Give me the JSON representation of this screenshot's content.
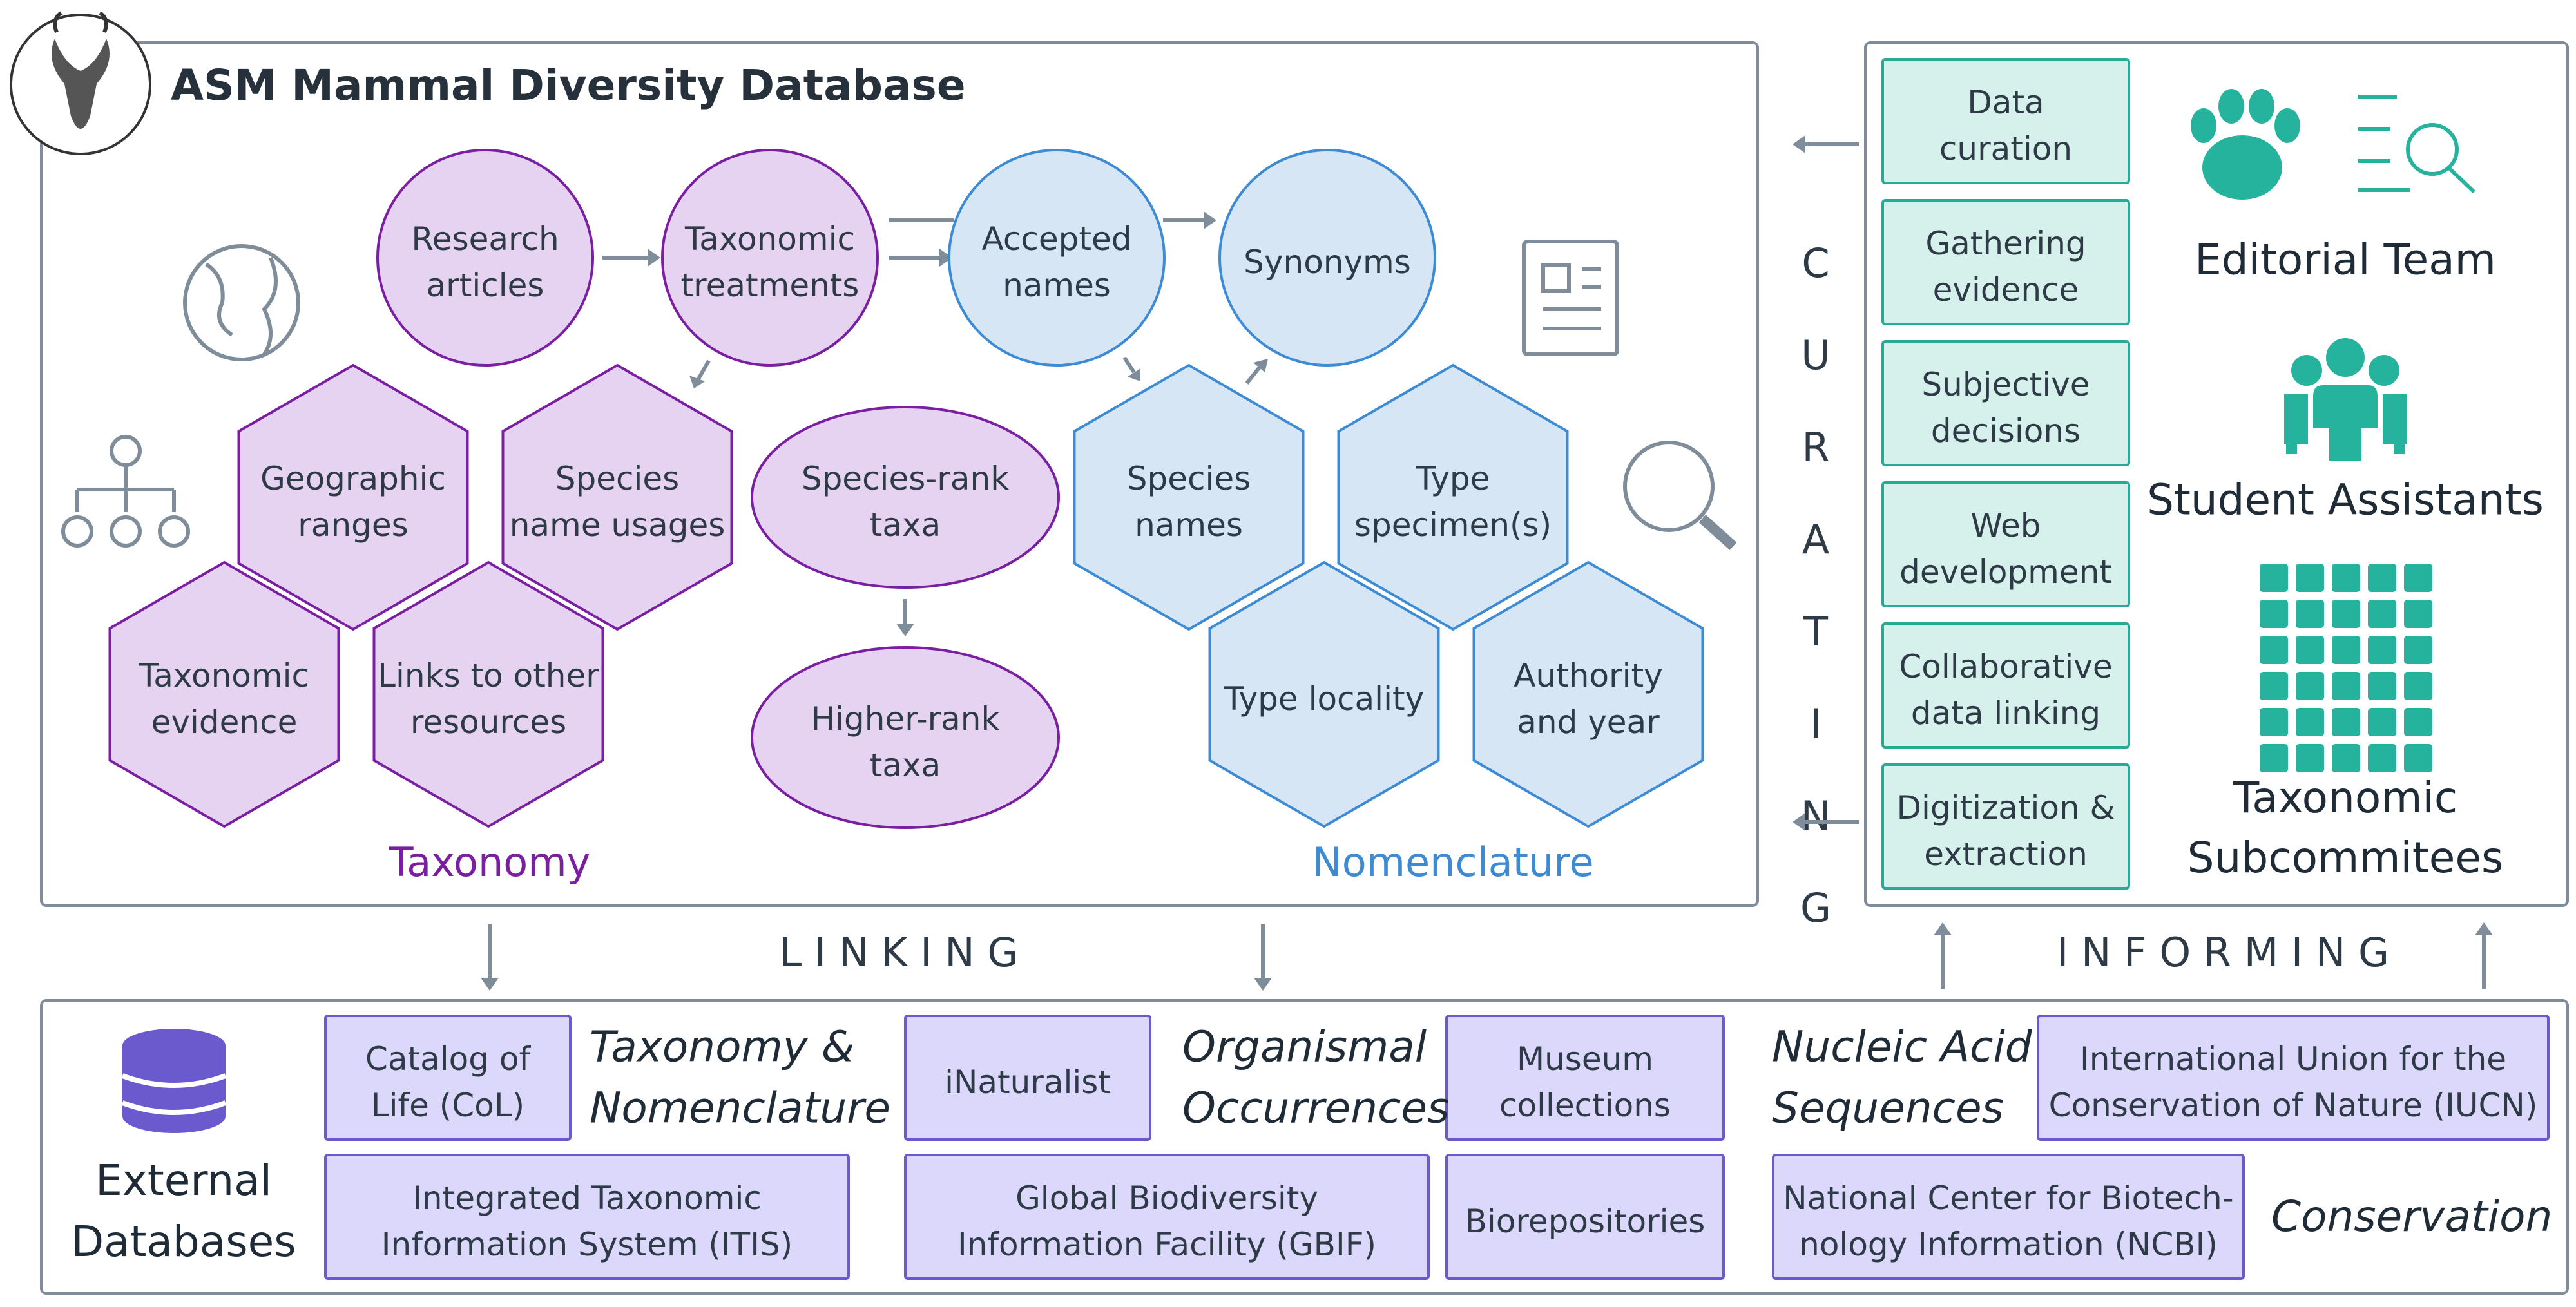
{
  "title": "ASM Mammal Diversity Database",
  "colors": {
    "taxonomy_fill": "#e6d3f2",
    "taxonomy_stroke": "#7b1fa2",
    "nomenclature_fill": "#d6e6f5",
    "nomenclature_stroke": "#3d8bd4",
    "curation_fill": "#d6f0ec",
    "curation_stroke": "#2aaa96",
    "external_fill": "#dcd8fb",
    "external_stroke": "#6a5acd",
    "frame": "#7f8c99"
  },
  "main": {
    "circles": [
      {
        "l1": "Research",
        "l2": "articles",
        "group": "taxonomy"
      },
      {
        "l1": "Taxonomic",
        "l2": "treatments",
        "group": "taxonomy"
      },
      {
        "l1": "Accepted",
        "l2": "names",
        "group": "nomenclature"
      },
      {
        "l1": "Synonyms",
        "l2": "",
        "group": "nomenclature"
      }
    ],
    "taxonomy_hexes": [
      {
        "l1": "Geographic",
        "l2": "ranges"
      },
      {
        "l1": "Species",
        "l2": "name usages"
      },
      {
        "l1": "Taxonomic",
        "l2": "evidence"
      },
      {
        "l1": "Links to other",
        "l2": "resources"
      }
    ],
    "ellipses": [
      {
        "l1": "Species-rank",
        "l2": "taxa"
      },
      {
        "l1": "Higher-rank",
        "l2": "taxa"
      }
    ],
    "nomenclature_hexes": [
      {
        "l1": "Species",
        "l2": "names"
      },
      {
        "l1": "Type",
        "l2": "specimen(s)"
      },
      {
        "l1": "Type locality",
        "l2": ""
      },
      {
        "l1": "Authority",
        "l2": "and year"
      }
    ],
    "taxonomy_label": "Taxonomy",
    "nomenclature_label": "Nomenclature",
    "icons": [
      "globe-icon",
      "hierarchy-icon",
      "document-icon",
      "magnifier-icon",
      "antelope-logo"
    ]
  },
  "curation": {
    "vertical_label": [
      "C",
      "U",
      "R",
      "A",
      "T",
      "I",
      "N",
      "G"
    ],
    "tasks": [
      {
        "l1": "Data",
        "l2": "curation"
      },
      {
        "l1": "Gathering",
        "l2": "evidence"
      },
      {
        "l1": "Subjective",
        "l2": "decisions"
      },
      {
        "l1": "Web",
        "l2": "development"
      },
      {
        "l1": "Collaborative",
        "l2": "data linking"
      },
      {
        "l1": "Digitization &",
        "l2": "extraction"
      }
    ],
    "teams": [
      {
        "l1": "Editorial Team",
        "l2": "",
        "icon": "paw-search-icon"
      },
      {
        "l1": "Student Assistants",
        "l2": "",
        "icon": "people-icon"
      },
      {
        "l1": "Taxonomic",
        "l2": "Subcommitees",
        "icon": "grid-icon"
      }
    ]
  },
  "linking_label": "L I N K I N G",
  "informing_label": "I N F O R M I N G",
  "external": {
    "label_l1": "External",
    "label_l2": "Databases",
    "categories": [
      {
        "l1": "Taxonomy &",
        "l2": "Nomenclature"
      },
      {
        "l1": "Organismal",
        "l2": "Occurrences"
      },
      {
        "l1": "Nucleic Acid",
        "l2": "Sequences"
      },
      {
        "l1": "Conservation",
        "l2": ""
      }
    ],
    "boxes": [
      {
        "l1": "Catalog of",
        "l2": "Life (CoL)"
      },
      {
        "l1": "Integrated Taxonomic",
        "l2": "Information System (ITIS)"
      },
      {
        "l1": "iNaturalist",
        "l2": ""
      },
      {
        "l1": "Global Biodiversity",
        "l2": "Information Facility (GBIF)"
      },
      {
        "l1": "Museum",
        "l2": "collections"
      },
      {
        "l1": "Biorepositories",
        "l2": ""
      },
      {
        "l1": "International Union for the",
        "l2": "Conservation of Nature (IUCN)"
      },
      {
        "l1": "National Center for Biotech-",
        "l2": "nology Information (NCBI)"
      }
    ]
  }
}
